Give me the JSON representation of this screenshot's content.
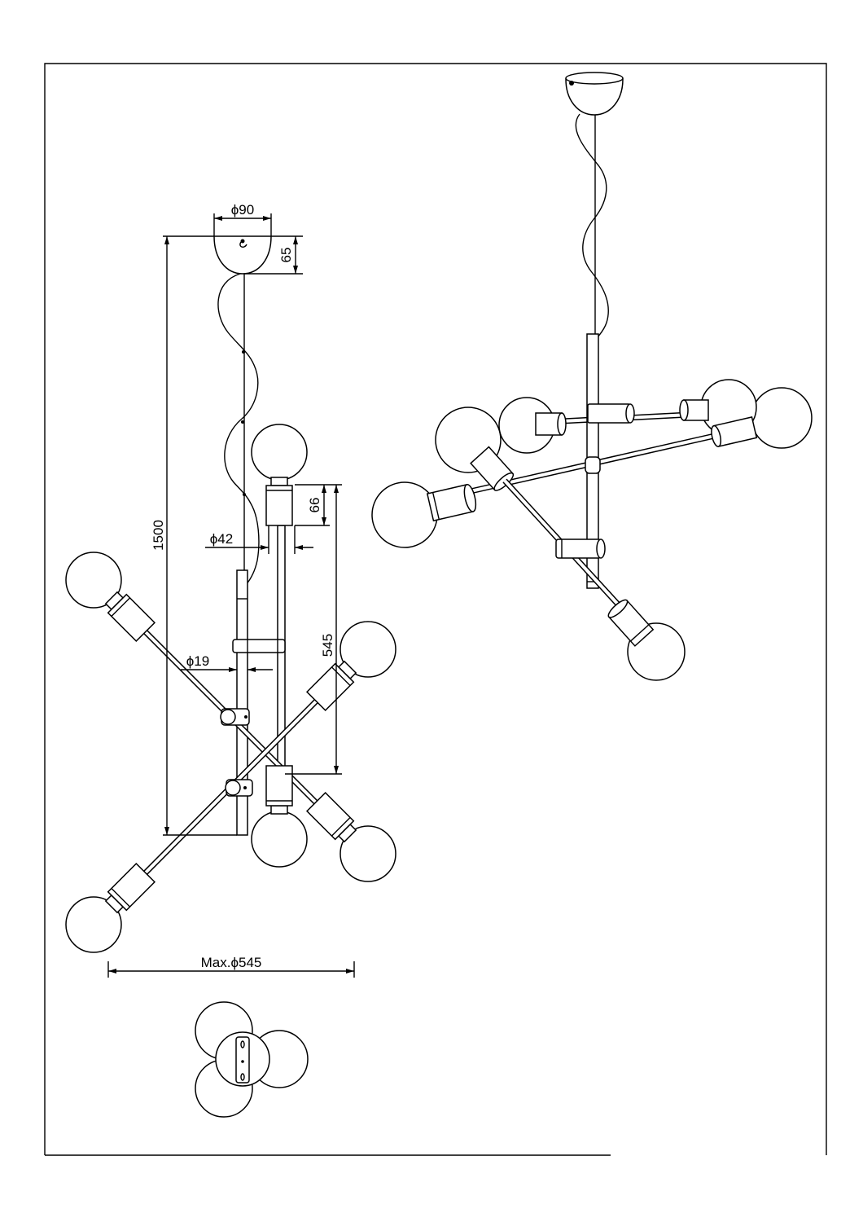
{
  "dimensions": {
    "canopy_diameter": "ϕ90",
    "canopy_height": "65",
    "overall_height": "1500",
    "socket_height": "66",
    "socket_diameter": "ϕ42",
    "socket_span": "545",
    "rod_diameter": "ϕ19",
    "max_diameter": "Max.ϕ545"
  }
}
